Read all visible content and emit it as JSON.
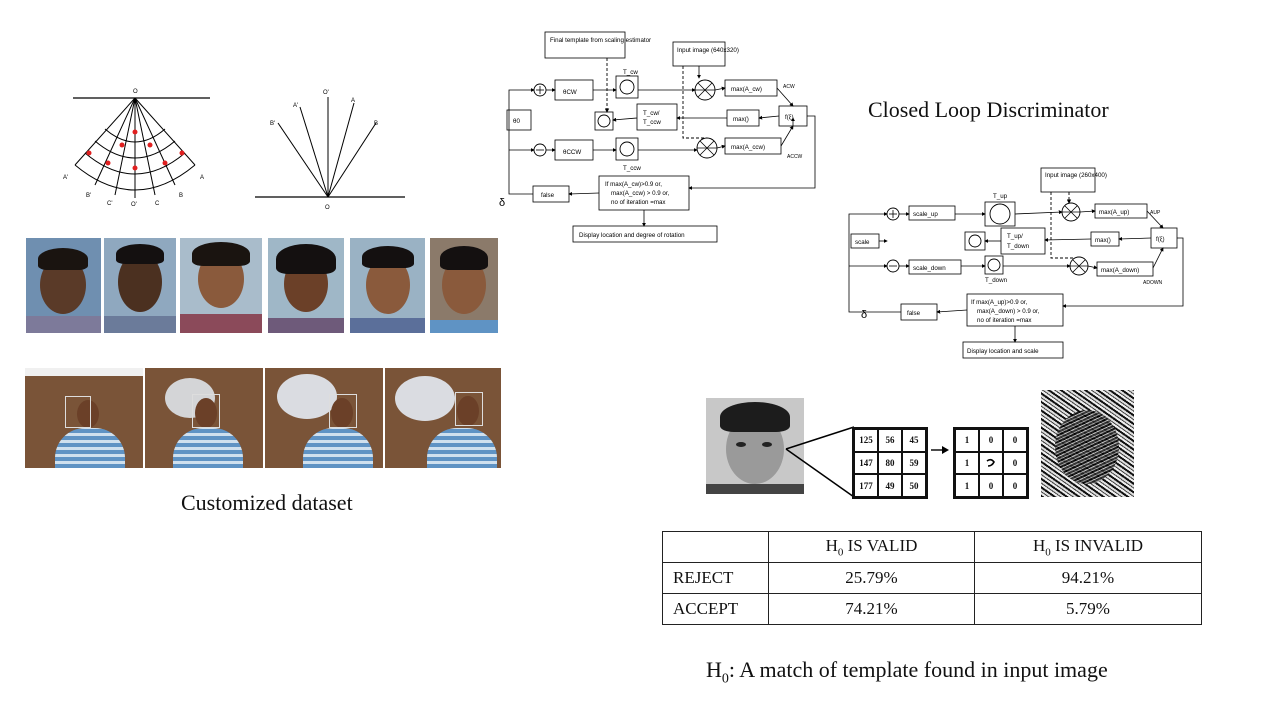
{
  "captions": {
    "closed_loop": "Closed Loop Discriminator",
    "dataset": "Customized dataset",
    "hypothesis_prefix": "H",
    "hypothesis_sub": "0",
    "hypothesis_text": ": A match of template found in input image"
  },
  "geometry_figure": {
    "left_labels": [
      "O",
      "A'",
      "B'",
      "C'",
      "O'",
      "C",
      "B",
      "A"
    ],
    "right_labels": [
      "O'",
      "A'",
      "B'",
      "A",
      "B",
      "O"
    ]
  },
  "rotation_diagram": {
    "final_template": "Final template from scaling estimator",
    "input_image": "Input image (640x320)",
    "t_cw": "T_cw",
    "t_ccw": "T_ccw",
    "theta_cw": "θCW",
    "theta_ccw": "θCCW",
    "theta0": "θ0",
    "tcw_tccw_line1": "T_cw/",
    "tcw_tccw_line2": "T_ccw",
    "max_acw": "max(A_cw)",
    "max_acc": "max(A_ccw)",
    "max": "max()",
    "f": "f(ξ)",
    "a_cw": "ACW",
    "a_ccw": "ACCW",
    "false": "false",
    "condition": [
      "If  max(A_cw)>0.9 or,",
      "max(A_ccw) > 0.9 or,",
      "no of iteration =max"
    ],
    "display": "Display location and degree of rotation",
    "delta": "δ"
  },
  "scale_diagram": {
    "input_image": "Input image (260x400)",
    "t_up": "T_up",
    "t_down": "T_down",
    "scale_up": "scale_up",
    "scale_down": "scale_down",
    "scale": "scale",
    "tup_tdown_line1": "T_up/",
    "tup_tdown_line2": "T_down",
    "max_aup": "max(A_up)",
    "max_adown": "max(A_down)",
    "max": "max()",
    "f": "f(ξ)",
    "a_up": "AUP",
    "a_down": "ADOWN",
    "false": "false",
    "condition": [
      "If  max(A_up)>0.9 or,",
      "max(A_down) > 0.9 or,",
      "no of iteration =max"
    ],
    "display": "Display location and scale",
    "delta": "δ"
  },
  "lbp": {
    "intensity": [
      "125",
      "56",
      "45",
      "147",
      "80",
      "59",
      "177",
      "49",
      "50"
    ],
    "binary": [
      "1",
      "0",
      "0",
      "1",
      "",
      "0",
      "1",
      "0",
      "0"
    ]
  },
  "results_table": {
    "headers": [
      "",
      "H0 IS VALID",
      "H0 IS INVALID"
    ],
    "rows": [
      {
        "label": "REJECT",
        "valid": "25.79%",
        "invalid": "94.21%"
      },
      {
        "label": "ACCEPT",
        "valid": "74.21%",
        "invalid": "5.79%"
      }
    ]
  },
  "colors": {
    "wall": "#7a5438",
    "shirt": "#5f93c4",
    "skin": "#8a5a3c",
    "marker": "#e02020"
  }
}
